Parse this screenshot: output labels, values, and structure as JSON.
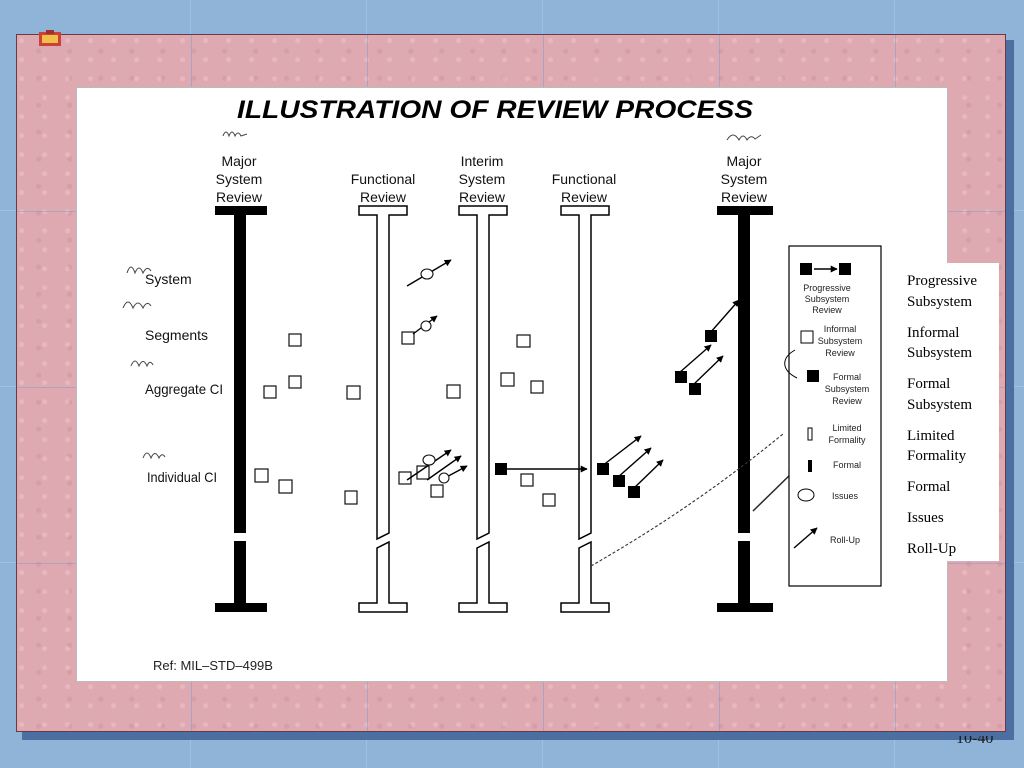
{
  "figure": {
    "title": "ILLUSTRATION OF REVIEW PROCESS",
    "columns": [
      {
        "label": [
          "Major",
          "System",
          "Review"
        ]
      },
      {
        "label": [
          "Functional",
          "Review"
        ]
      },
      {
        "label": [
          "Interim",
          "System",
          "Review"
        ]
      },
      {
        "label": [
          "Functional",
          "Review"
        ]
      },
      {
        "label": [
          "Major",
          "System",
          "Review"
        ]
      }
    ],
    "levels": [
      "System",
      "Segments",
      "Aggregate CI",
      "Individual CI"
    ],
    "inner_legend": {
      "progressive": [
        "Progressive",
        "Subsystem",
        "Review"
      ],
      "informal": [
        "Informal",
        "Subsystem",
        "Review"
      ],
      "formal": [
        "Formal",
        "Subsystem",
        "Review"
      ],
      "limited": [
        "Limited",
        "Formality"
      ],
      "formal_short": "Formal",
      "issues": "Issues",
      "rollup": "Roll-Up"
    },
    "reference": "Ref:  MIL–STD–499B"
  },
  "legend": [
    [
      "Progressive",
      "Subsystem"
    ],
    [
      "Informal",
      "Subsystem"
    ],
    [
      "Formal",
      "Subsystem"
    ],
    [
      "Limited",
      "Formality"
    ],
    [
      "Formal"
    ],
    [
      "Issues"
    ],
    [
      "Roll-Up"
    ]
  ],
  "page_number": "10-40",
  "colors": {
    "background": "#8fb4d8",
    "slide": "#dfa9b1",
    "ink": "#000000"
  }
}
